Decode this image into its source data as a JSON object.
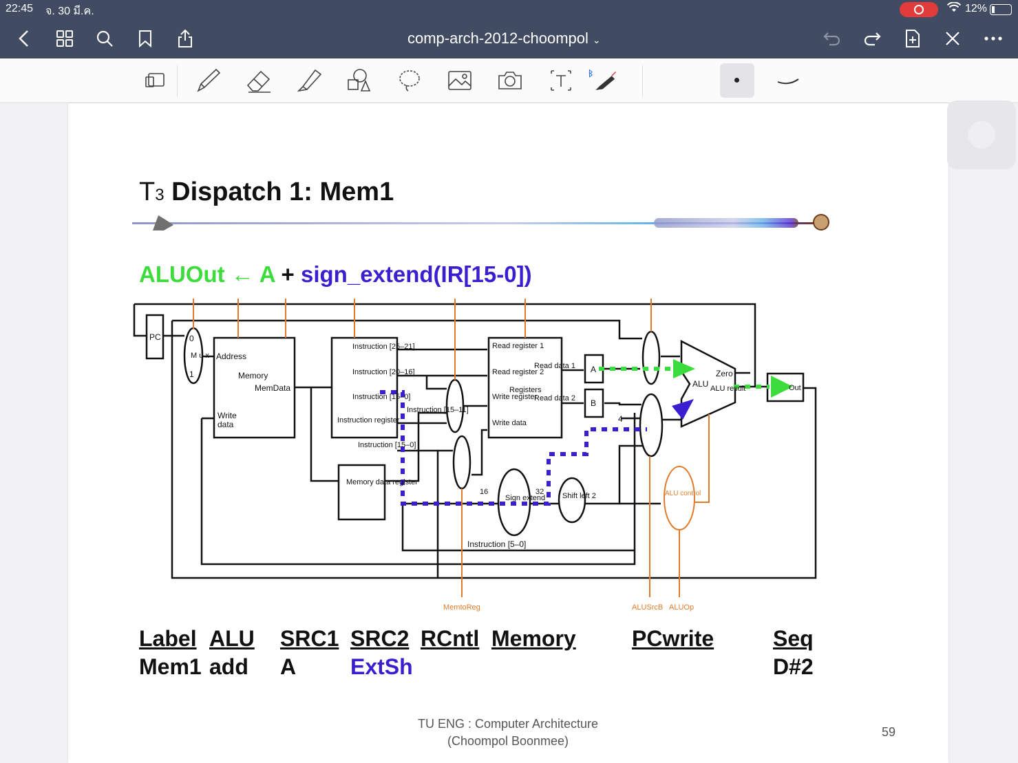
{
  "status_bar": {
    "time": "22:45",
    "date": "จ. 30 มี.ค.",
    "battery": "12%"
  },
  "nav": {
    "title": "comp-arch-2012-choompol",
    "icons": [
      "back-icon",
      "grid-icon",
      "search-icon",
      "bookmark-icon",
      "share-icon",
      "undo-icon",
      "redo-icon",
      "add-page-icon",
      "close-icon",
      "more-icon"
    ]
  },
  "toolbar": {
    "tools": [
      "page-view",
      "pen",
      "eraser",
      "highlighter",
      "shapes",
      "lasso",
      "image",
      "camera",
      "text",
      "bluetooth-pen"
    ],
    "colors": {
      "bar": "#414b62",
      "accent_green": "#3ddc3d",
      "accent_purple": "#3a1fd0",
      "control_orange": "#e07b2c"
    }
  },
  "slide": {
    "title_prefix": "T",
    "title_sub": "3",
    "title_main": "Dispatch 1: Mem1",
    "eq_lhs": "ALUOut",
    "eq_arrow": "←",
    "eq_a": "A",
    "eq_plus": "+",
    "eq_rhs": "sign_extend(IR[15-0])",
    "diagram": {
      "pc": "PC",
      "mux": "M u x",
      "address": "Address",
      "memory": "Memory",
      "memdata": "MemData",
      "write": "Write",
      "data": "data",
      "instr_25_21": "Instruction [25–21]",
      "instr_20_16": "Instruction [20–16]",
      "instr_15_0": "Instruction [15–0]",
      "instr_15_11": "Instruction [15–11]",
      "instr_reg": "Instruction register",
      "instr_15_0b": "Instruction [15–0]",
      "mdr": "Memory data register",
      "read_reg1": "Read register 1",
      "read_reg2": "Read register 2",
      "registers": "Registers",
      "write_reg": "Write register",
      "write_data": "Write data",
      "read_data1": "Read data 1",
      "read_data2": "Read data 2",
      "reg_a": "A",
      "reg_b": "B",
      "four": "4",
      "alu": "ALU",
      "zero": "Zero",
      "alu_result": "ALU result",
      "aluout": "Out",
      "sign_extend": "Sign extend",
      "shift_left": "Shift left 2",
      "alu_control": "ALU control",
      "n16": "16",
      "n32": "32",
      "instr_5_0": "Instruction [5–0]",
      "memtoreg": "MemtoReg",
      "alusrcb": "ALUSrcB",
      "aluop": "ALUOp"
    },
    "table": {
      "headers": [
        "Label",
        "ALU",
        "SRC1",
        "SRC2",
        "RCntl",
        "Memory",
        "PCwrite",
        "Seq"
      ],
      "values": [
        "Mem1",
        "add",
        "A",
        "ExtSh",
        "",
        "",
        "",
        "D#2"
      ]
    },
    "footer_line1": "TU ENG : Computer Architecture",
    "footer_line2": "(Choompol Boonmee)",
    "page_number": "59"
  }
}
